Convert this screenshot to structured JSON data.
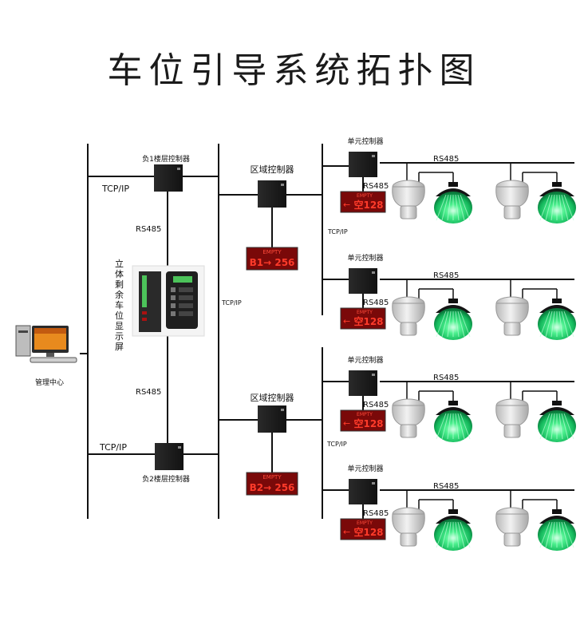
{
  "title": "车位引导系统拓扑图",
  "center": {
    "label": "管理中心"
  },
  "floor_controllers": [
    {
      "label": "负1楼层控制器"
    },
    {
      "label": "负2楼层控制器"
    }
  ],
  "links": {
    "tcp_ip": "TCP/IP",
    "rs485": "RS485"
  },
  "display_screen": {
    "label": "立体剩余车位显示屏"
  },
  "zone_controllers": [
    {
      "label": "区域控制器",
      "sign_top": "EMPTY",
      "sign_text": "B1→ 256"
    },
    {
      "label": "区域控制器",
      "sign_top": "EMPTY",
      "sign_text": "B2→ 256"
    }
  ],
  "unit_controllers": [
    {
      "label": "单元控制器",
      "sign_top": "EMPTY",
      "sign_arrow": "←",
      "sign_text": "空128"
    },
    {
      "label": "单元控制器",
      "sign_top": "EMPTY",
      "sign_arrow": "←",
      "sign_text": "空128"
    },
    {
      "label": "单元控制器",
      "sign_top": "EMPTY",
      "sign_arrow": "←",
      "sign_text": "空128"
    },
    {
      "label": "单元控制器",
      "sign_top": "EMPTY",
      "sign_arrow": "←",
      "sign_text": "空128"
    }
  ],
  "colors": {
    "line": "#111111",
    "device": "#1c1c1c",
    "led_bg": "#8a0a0a",
    "led_text": "#ff3b2a",
    "indicator_green": "#1fd672",
    "detector": "#d6d6d6"
  }
}
